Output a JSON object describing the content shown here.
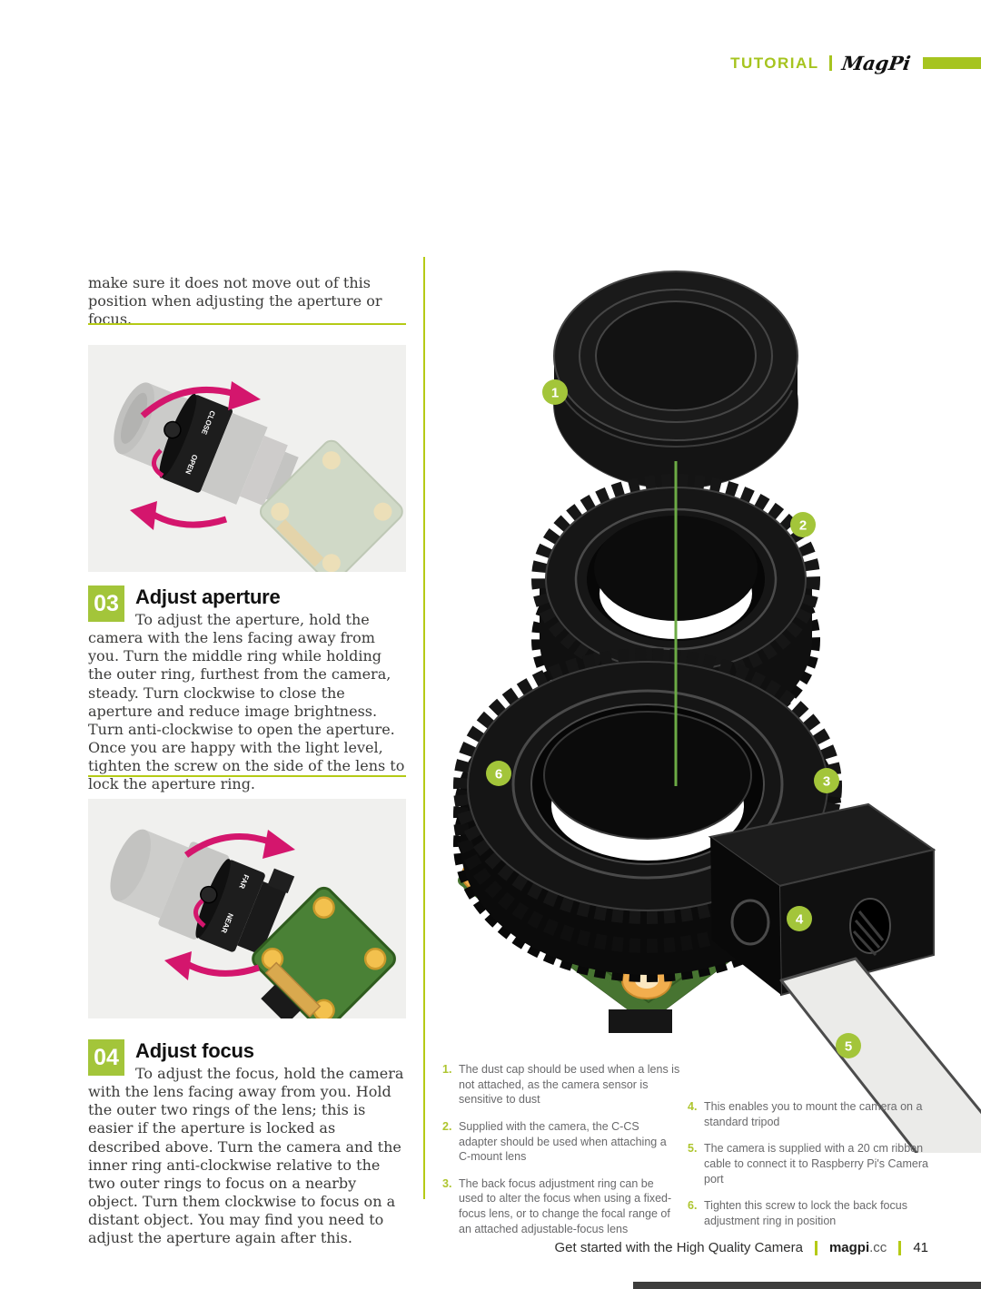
{
  "header": {
    "tutorial": "TUTORIAL",
    "brand": "MagPi"
  },
  "intro": "make sure it does not move out of this position when adjusting the aperture or focus.",
  "sections": [
    {
      "number": "03",
      "title": "Adjust aperture",
      "body": "To adjust the aperture, hold the camera with the lens facing away from you. Turn the middle ring while holding the outer ring, furthest from the camera, steady. Turn clockwise to close the aperture and reduce image brightness. Turn anti-clockwise to open the aperture. Once you are happy with the light level, tighten the screw on the side of the lens to lock the aperture ring."
    },
    {
      "number": "04",
      "title": "Adjust focus",
      "body": "To adjust the focus, hold the camera with the lens facing away from you. Hold the outer two rings of the lens; this is easier if the aperture is locked as described above. Turn the camera and the inner ring anti-clockwise relative to the two outer rings to focus on a nearby object. Turn them clockwise to focus on a distant object. You may find you need to adjust the aperture again after this."
    }
  ],
  "figures": {
    "ring_labels": {
      "open": "OPEN",
      "close": "CLOSE",
      "near": "NEAR",
      "far": "FAR"
    }
  },
  "diagram": {
    "callouts": [
      "1",
      "2",
      "3",
      "4",
      "5",
      "6"
    ]
  },
  "annotations": [
    {
      "n": "1.",
      "text": "The dust cap should be used when a lens is not attached, as the camera sensor is sensitive to dust"
    },
    {
      "n": "2.",
      "text": "Supplied with the camera, the C-CS adapter should be used when attaching a C-mount lens"
    },
    {
      "n": "3.",
      "text": "The back focus adjustment ring can be used to alter the focus when using a fixed-focus lens, or to change the focal range of an attached adjustable-focus lens"
    },
    {
      "n": "4.",
      "text": "This enables you to mount the camera on a standard tripod"
    },
    {
      "n": "5.",
      "text": "The camera is supplied with a 20 cm ribbon cable to connect it to Raspberry Pi's Camera port"
    },
    {
      "n": "6.",
      "text": "Tighten this screw to lock the back focus adjustment ring in position"
    }
  ],
  "footer": {
    "title": "Get started with the High Quality Camera",
    "site": "magpi",
    "site_tld": ".cc",
    "page": "41"
  },
  "colors": {
    "accent_green": "#a6c41f",
    "badge_green": "#a3c53a",
    "rule_green": "#b5ca16",
    "pink": "#d4166d",
    "pcb_green": "#477431"
  }
}
